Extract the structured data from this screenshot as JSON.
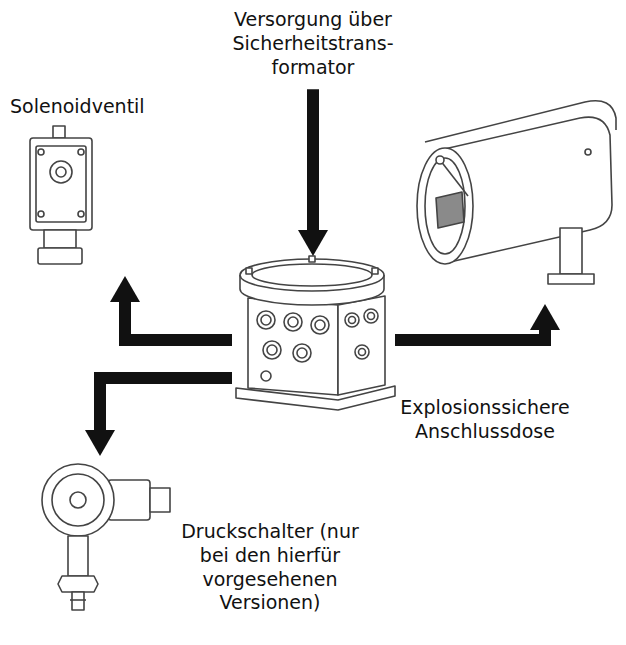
{
  "diagram": {
    "nodes": [
      {
        "text": [
          "Versorgung über Sicherheitstrans- formator"
        ]
      },
      {
        "text": [
          "Solenoidventil"
        ]
      },
      {
        "text": [
          "Explosionssichere Anschlussdose"
        ]
      },
      {
        "text": []
      },
      {
        "text": [
          "Druckschalter (nur bei den hierfür vorgesehenen Versionen)"
        ]
      }
    ],
    "edges": [
      {
        "from": 0,
        "to": 2,
        "arrow": "to"
      },
      {
        "from": 2,
        "to": 1,
        "arrow": "to"
      },
      {
        "from": 2,
        "to": 3,
        "arrow": "to"
      },
      {
        "from": 2,
        "to": 4,
        "arrow": "to"
      }
    ]
  }
}
